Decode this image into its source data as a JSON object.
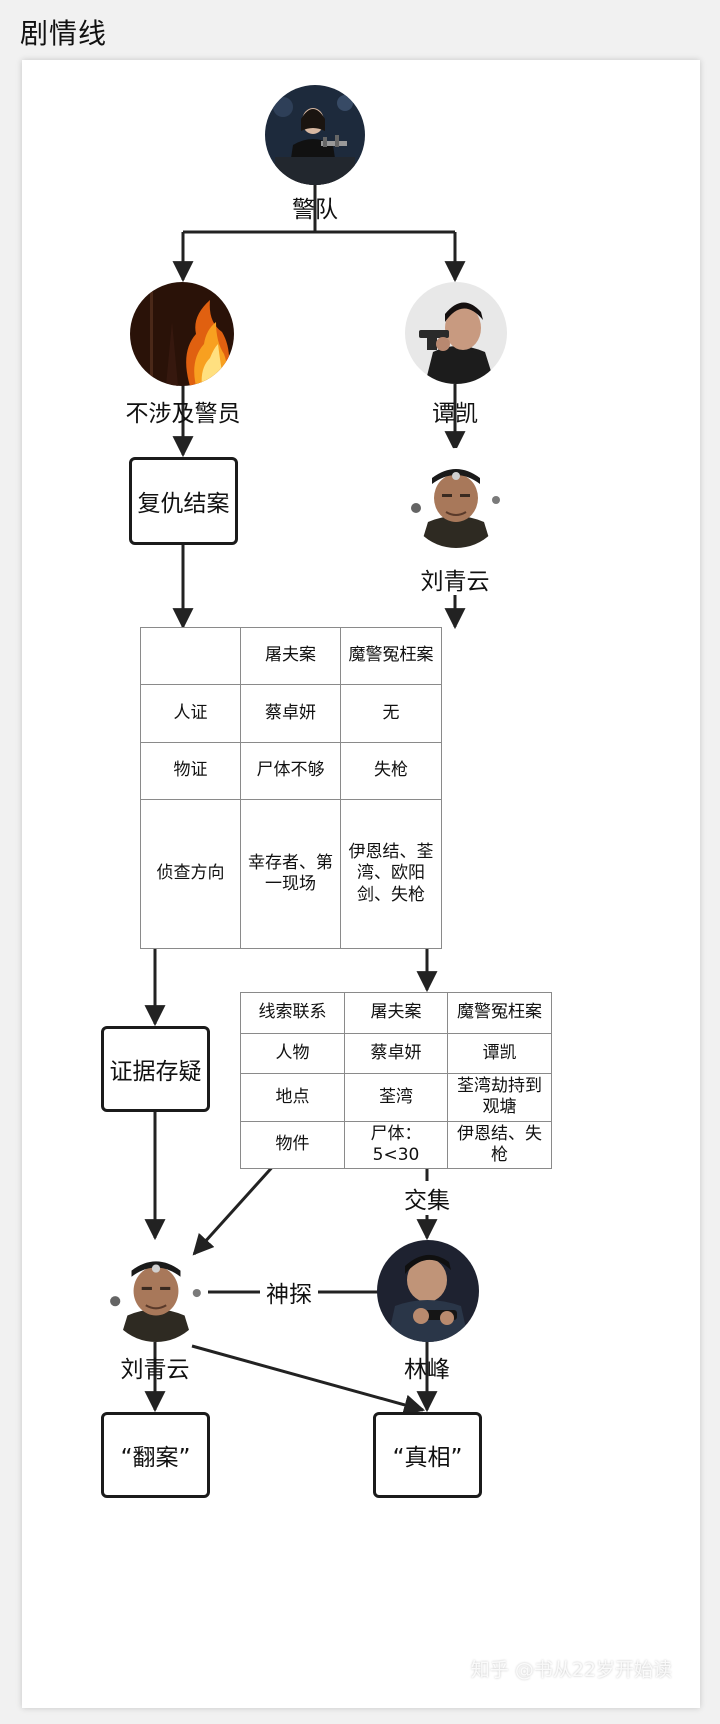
{
  "title": "剧情线",
  "nodes": {
    "police": "警队",
    "no_police": "不涉及警员",
    "tan_kai": "谭凯",
    "liu_qingyun_top": "刘青云",
    "liu_qingyun_bottom": "刘青云",
    "lin_feng": "林峰"
  },
  "boxes": {
    "revenge": "复仇结案",
    "evidence_doubt": "证据存疑",
    "overturn": "“翻案”",
    "truth": "“真相”"
  },
  "edge_labels": {
    "intersect": "交集",
    "detective": "神探"
  },
  "table1": {
    "header": [
      "",
      "屠夫案",
      "魔警冤枉案"
    ],
    "rows": [
      [
        "人证",
        "蔡卓妍",
        "无"
      ],
      [
        "物证",
        "尸体不够",
        "失枪"
      ],
      [
        "侦查方向",
        "幸存者、第一现场",
        "伊恩结、荃湾、欧阳剑、失枪"
      ]
    ]
  },
  "table2": {
    "header": [
      "线索联系",
      "屠夫案",
      "魔警冤枉案"
    ],
    "rows": [
      [
        "人物",
        "蔡卓妍",
        "谭凯"
      ],
      [
        "地点",
        "荃湾",
        "荃湾劫持到观塘"
      ],
      [
        "物件",
        "尸体：5<30",
        "伊恩结、失枪"
      ]
    ]
  },
  "watermark": "知乎 @书从22岁开始读",
  "icons": {
    "police": "press-conference-icon",
    "no_police": "fire-icon",
    "tan_kai": "gunman-icon",
    "liu": "policeman-icon",
    "lin_feng": "aiming-man-icon"
  }
}
